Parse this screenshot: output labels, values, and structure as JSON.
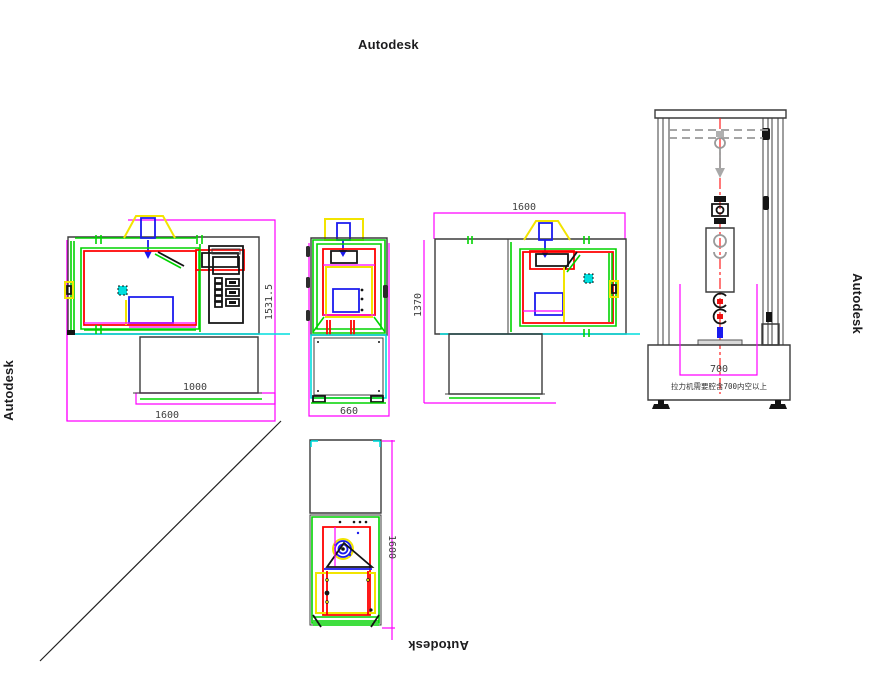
{
  "branding": {
    "top": "Autodesk",
    "left": "Autodesk",
    "right": "Autodesk",
    "bottom": "Autodesk"
  },
  "front_view": {
    "overall_width": "1600",
    "overall_height": "1531.5",
    "base_width": "1000"
  },
  "side_view": {
    "overall_depth": "660"
  },
  "rear_view": {
    "overall_width": "1600",
    "overall_height": "1370"
  },
  "tensile_view": {
    "clear_width": "700",
    "note": "拉力机需要腔含700内空以上"
  },
  "top_view": {
    "overall_depth": "1600"
  },
  "colors": {
    "dimension": "#ff00ff",
    "outline": "#3c3c3c",
    "frame_green": "#00d300",
    "door_red": "#ff0000",
    "seal_yellow": "#f2e400",
    "duct_blue": "#1a1aee",
    "deck_cyan": "#00dede"
  }
}
